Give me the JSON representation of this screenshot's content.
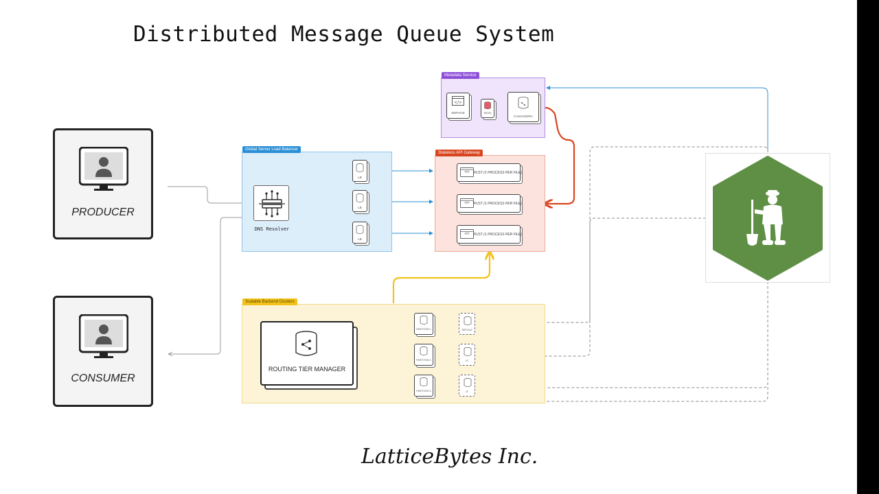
{
  "title": "Distributed Message Queue System",
  "brand": "LatticeBytes Inc.",
  "producer": {
    "label": "PRODUCER"
  },
  "consumer": {
    "label": "CONSUMER"
  },
  "metadata": {
    "tag": "Metadata Service",
    "service": "SERVICE",
    "cassandra": "CASSANDRA",
    "redis": "REDIS"
  },
  "gslb": {
    "tag": "Global Server Load Balancer",
    "dns": "DNS Resolver",
    "lb": [
      "LB",
      "LB",
      "LB"
    ]
  },
  "gateway": {
    "tag": "Stateless API Gateway",
    "items": [
      "RUST (1 PROCESS PER FILE)",
      "RUST (1 PROCESS PER FILE)",
      "RUST (1 PROCESS PER FILE)"
    ]
  },
  "backend": {
    "tag": "Scalable Backend Clusters",
    "router": "ROUTING TIER MANAGER",
    "partitions": [
      "PARTITION 1",
      "PARTITION 2",
      "PARTITION 3"
    ],
    "replicas": [
      "REPLICA",
      "LF",
      "LF"
    ]
  },
  "colors": {
    "blue": "#2b8fd6",
    "red": "#d9451f",
    "yellow": "#f2c21b",
    "green": "#5f8f45",
    "purple": "#8e4fd8"
  }
}
